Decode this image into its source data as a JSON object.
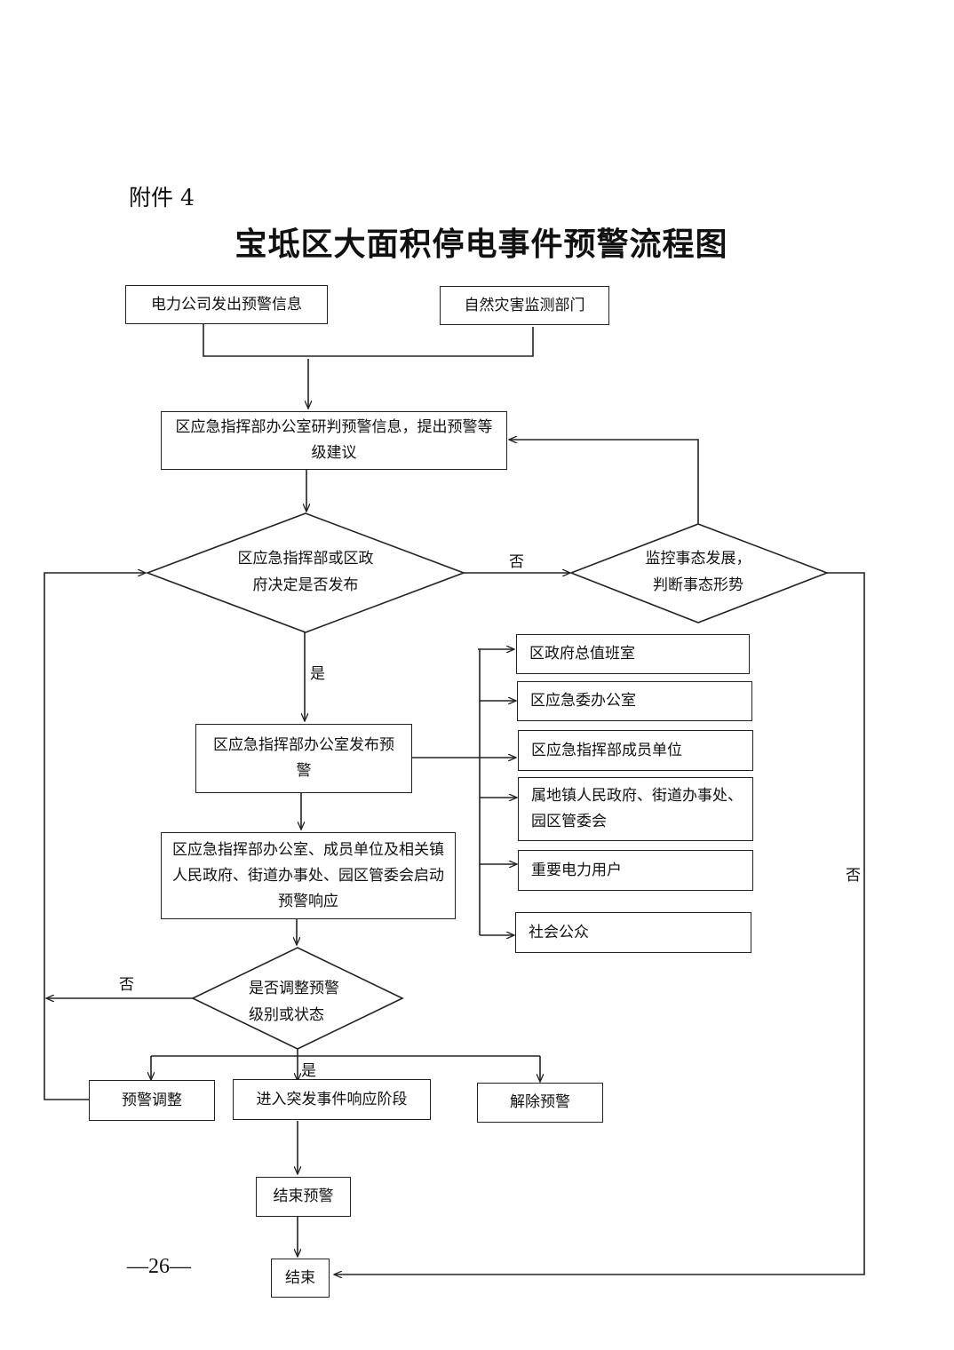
{
  "header": {
    "attachment_label": "附件 4",
    "title": "宝坻区大面积停电事件预警流程图"
  },
  "nodes": {
    "source_power_company": "电力公司发出预警信息",
    "source_disaster_monitor": "自然灾害监测部门",
    "assess_warning": "区应急指挥部办公室研判预警信息，提出预警等级建议",
    "decide_publish": "区应急指挥部或区政府决定是否发布",
    "monitor_situation": "监控事态发展，判断事态形势",
    "publish_warning": "区应急指挥部办公室发布预警",
    "start_response": "区应急指挥部办公室、成员单位及相关镇人民政府、街道办事处、园区管委会启动预警响应",
    "decide_adjust": "是否调整预警级别或状态",
    "adjust_warning": "预警调整",
    "enter_emergency_response": "进入突发事件响应阶段",
    "lift_warning": "解除预警",
    "end_warning": "结束预警",
    "end": "结束"
  },
  "recipients": [
    "区政府总值班室",
    "区应急委办公室",
    "区应急指挥部成员单位",
    "属地镇人民政府、街道办事处、园区管委会",
    "重要电力用户",
    "社会公众"
  ],
  "edge_labels": {
    "decide_publish_no": "否",
    "decide_publish_yes": "是",
    "monitor_no": "否",
    "adjust_no": "否",
    "adjust_yes": "是"
  },
  "footer": {
    "page_number": "—26—"
  }
}
